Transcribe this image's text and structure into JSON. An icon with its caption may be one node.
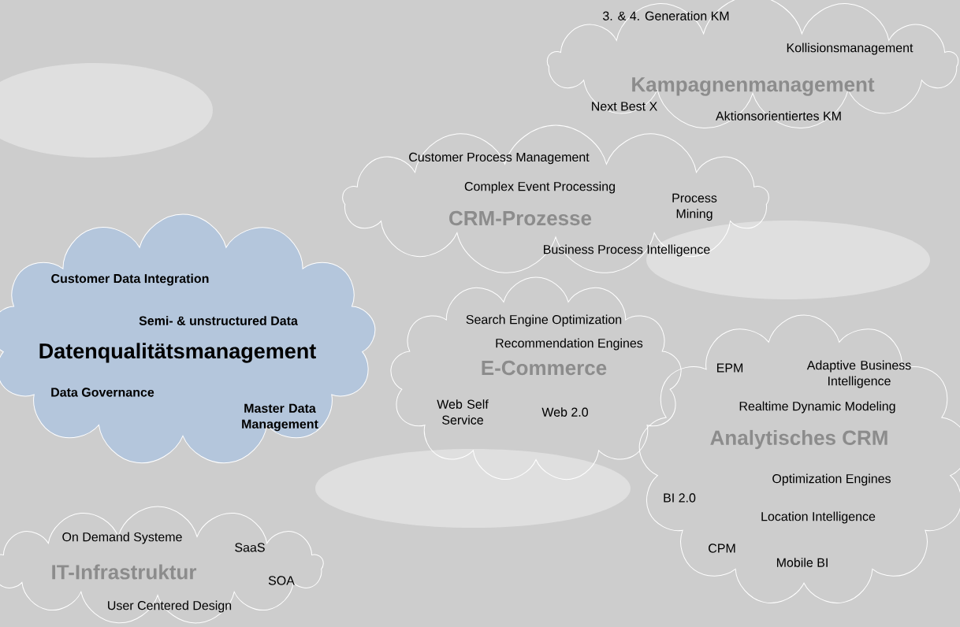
{
  "diagram": {
    "nodes": [
      {
        "text": [
          "3. & 4. Generation KM",
          "Kollisionsmanagement",
          "Kampagnenmanagement",
          "Next Best X",
          "Aktionsorientiertes KM"
        ]
      },
      {
        "text": [
          "Customer Process Management",
          "Complex Event Processing",
          "Process Mining",
          "CRM-Prozesse",
          "Business Process Intelligence"
        ]
      },
      {
        "text": [
          "Customer Data Integration",
          "Semi- & unstructured Data",
          "Datenqualitätsmanagement",
          "Data Governance",
          "Master Data Management"
        ]
      },
      {
        "text": [
          "Search Engine Optimization",
          "Recommendation Engines",
          "E-Commerce",
          "Web Self Service",
          "Web 2.0"
        ]
      },
      {
        "text": [
          "EPM",
          "Adaptive Business Intelligence",
          "Realtime Dynamic Modeling",
          "Analytisches CRM",
          "Optimization Engines",
          "BI 2.0",
          "Location Intelligence",
          "CPM",
          "Mobile BI"
        ]
      },
      {
        "text": [
          "On Demand Systeme",
          "SaaS",
          "IT-Infrastruktur",
          "SOA",
          "User Centered Design"
        ]
      }
    ]
  }
}
